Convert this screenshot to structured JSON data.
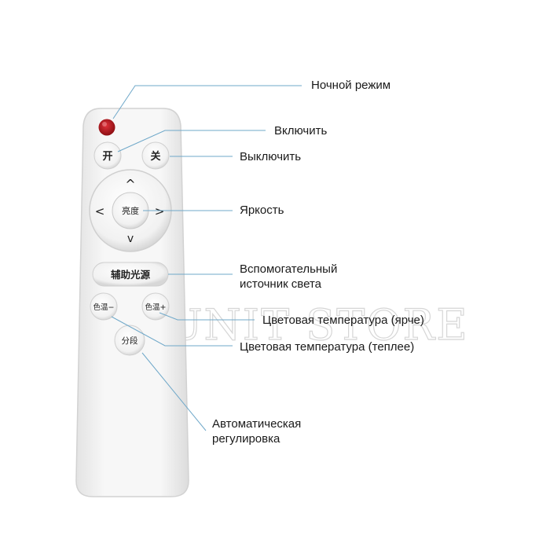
{
  "remote": {
    "buttons": {
      "night": "",
      "on": "开",
      "off": "关",
      "brightness": "亮度",
      "up": "^",
      "down": "v",
      "left": "<",
      "right": ">",
      "aux": "辅助光源",
      "cool": "色温−",
      "warm": "色温+",
      "segment": "分段"
    }
  },
  "annotations": {
    "night_mode": "Ночной режим",
    "turn_on": "Включить",
    "turn_off": "Выключить",
    "brightness": "Яркость",
    "aux_line1": "Вспомогательный",
    "aux_line2": "источник света",
    "temp_brighter": "Цветовая температура (ярче)",
    "temp_warmer": "Цветовая температура (теплее)",
    "auto_line1": "Автоматическая",
    "auto_line2": "регулировка"
  },
  "watermark": "UNIT STORE",
  "colors": {
    "remote_body": "#f3f3f3",
    "night_button": "#b3161b",
    "leader_line": "#6fa8c9"
  }
}
